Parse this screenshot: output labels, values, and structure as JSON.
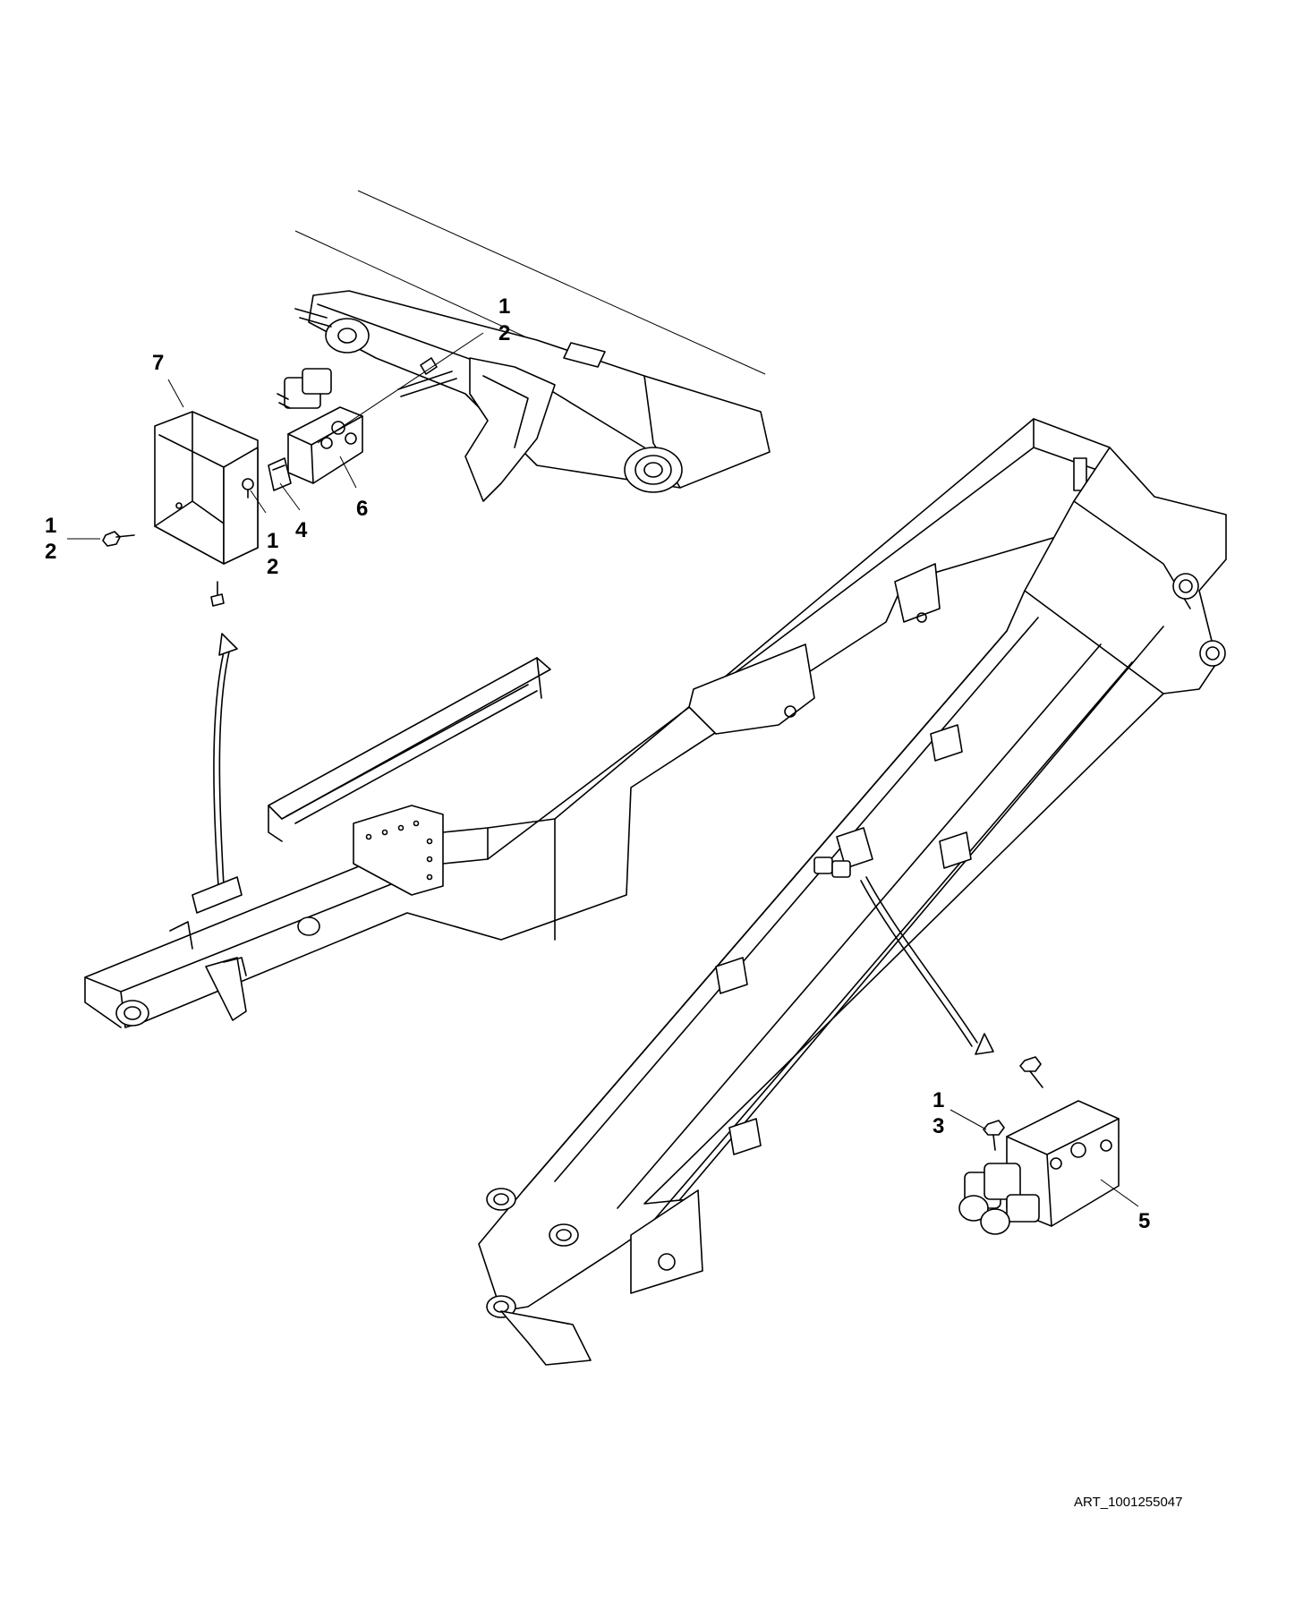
{
  "diagram": {
    "callouts": {
      "top_right_1": "1",
      "top_right_2": "2",
      "left_1": "1",
      "left_2": "2",
      "mid_1": "1",
      "mid_2": "2",
      "cover": "7",
      "bracket": "4",
      "valve_top": "6",
      "bottom_1": "1",
      "bottom_3": "3",
      "valve_bottom": "5"
    },
    "art_reference": "ART_1001255047"
  }
}
